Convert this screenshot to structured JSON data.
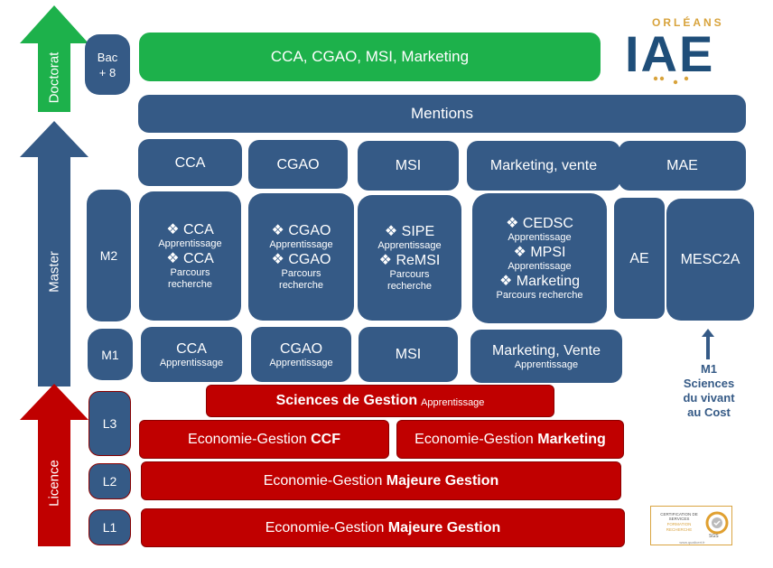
{
  "arrows": {
    "doctorat": "Doctorat",
    "master": "Master",
    "licence": "Licence"
  },
  "levels": {
    "bac8": "Bac\n+ 8",
    "m2": "M2",
    "m1": "M1",
    "l3": "L3",
    "l2": "L2",
    "l1": "L1"
  },
  "doctorat_bar": "CCA, CGAO, MSI, Marketing",
  "mentions": {
    "header": "Mentions",
    "items": [
      "CCA",
      "CGAO",
      "MSI",
      "Marketing, vente",
      "MAE"
    ]
  },
  "m2": {
    "cca": [
      {
        "bullet": "❖",
        "title": "CCA",
        "sub": "Apprentissage"
      },
      {
        "bullet": "❖",
        "title": "CCA",
        "sub": "Parcours recherche"
      }
    ],
    "cgao": [
      {
        "bullet": "❖",
        "title": "CGAO",
        "sub": "Apprentissage"
      },
      {
        "bullet": "❖",
        "title": "CGAO",
        "sub": "Parcours recherche"
      }
    ],
    "msi": [
      {
        "bullet": "❖",
        "title": "SIPE",
        "sub": "Apprentissage"
      },
      {
        "bullet": "❖",
        "title": "ReMSI",
        "sub": "Parcours recherche"
      }
    ],
    "marketing": [
      {
        "bullet": "❖",
        "title": "CEDSC",
        "sub": "Apprentissage"
      },
      {
        "bullet": "❖",
        "title": "MPSI",
        "sub": "Apprentissage"
      },
      {
        "bullet": "❖",
        "title": "Marketing",
        "sub": "Parcours recherche"
      }
    ],
    "ae": "AE",
    "mesc2a": "MESC2A"
  },
  "m1": {
    "cca": {
      "title": "CCA",
      "sub": "Apprentissage"
    },
    "cgao": {
      "title": "CGAO",
      "sub": "Apprentissage"
    },
    "msi": {
      "title": "MSI"
    },
    "marketing": {
      "title": "Marketing, Vente",
      "sub": "Apprentissage"
    },
    "side_note": "M1\nSciences\ndu vivant\nau Cost"
  },
  "l3": {
    "sdg_bold": "Sciences de Gestion",
    "sdg_sub": "Apprentissage",
    "ccf_plain": "Economie-Gestion ",
    "ccf_bold": "CCF",
    "mkt_plain": "Economie-Gestion ",
    "mkt_bold": "Marketing"
  },
  "l2": {
    "plain": "Economie-Gestion ",
    "bold": "Majeure Gestion"
  },
  "l1": {
    "plain": "Economie-Gestion ",
    "bold": "Majeure Gestion"
  },
  "logo": {
    "city": "ORLÉANS",
    "name": "IAE"
  },
  "cert": {
    "line1": "CERTIFICATION DE SERVICES",
    "line2": "FORMATION",
    "line3": "RECHERCHE",
    "brand": "SGS",
    "url": "www.qualicert.fr"
  },
  "colors": {
    "blue": "#355a86",
    "green": "#1db14b",
    "red": "#c00000",
    "logo_blue": "#1f4e79",
    "logo_gold": "#d8a33c"
  }
}
